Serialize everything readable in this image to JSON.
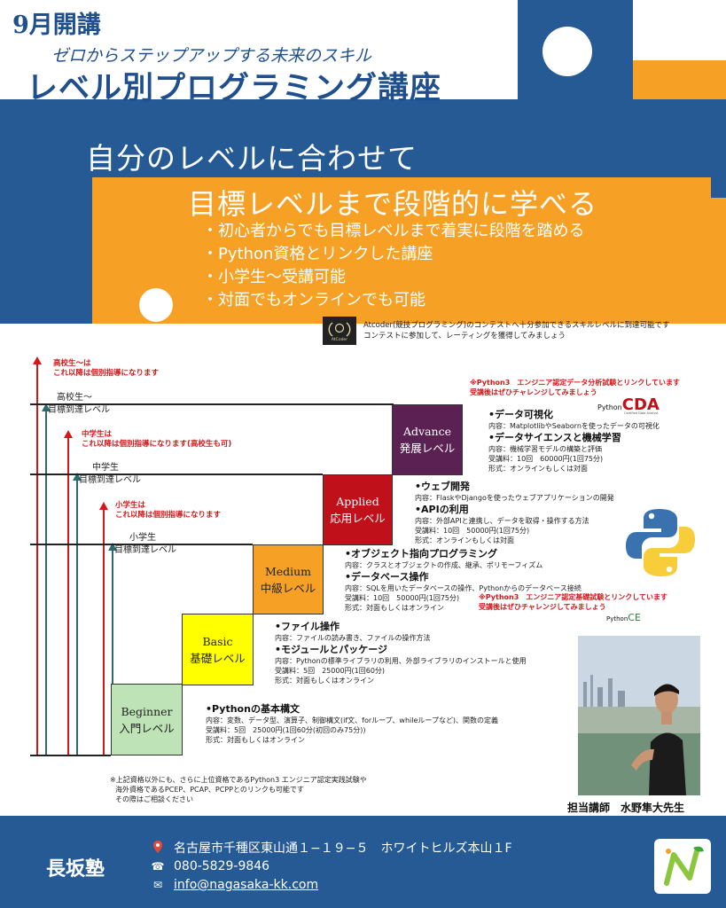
{
  "header": {
    "kaiko": "9月開講",
    "subtitle": "ゼロからステップアップする未来のスキル",
    "title": "レベル別プログラミング講座",
    "banner1": "自分のレベルに合わせて",
    "banner2": "目標レベルまで段階的に学べる",
    "bullets": [
      "・初心者からでも目標レベルまで着実に段階を踏める",
      "・Python資格とリンクした講座",
      "・小学生〜受講可能",
      "・対面でもオンラインでも可能"
    ]
  },
  "atcoder": {
    "logo_text": "AtCoder",
    "lines": [
      "Atcoder(競技プログラミング)のコンテストへ十分参加できるスキルレベルに到達可能です",
      "コンテストに参加して、レーティングを獲得してみましょう"
    ]
  },
  "chart": {
    "notes": {
      "high": [
        "高校生〜は",
        "これ以降は個別指導になります"
      ],
      "middle": [
        "中学生は",
        "これ以降は個別指導になります(高校生も可)"
      ],
      "elem": [
        "小学生は",
        "これ以降は個別指導になります"
      ]
    },
    "thresholds": {
      "high": [
        "高校生〜",
        "目標到達レベル"
      ],
      "middle": [
        "中学生",
        "目標到達レベル"
      ],
      "elem": [
        "小学生",
        "目標到達レベル"
      ]
    },
    "levels": {
      "beginner": [
        "Beginner",
        "入門レベル"
      ],
      "basic": [
        "Basic",
        "基礎レベル"
      ],
      "medium": [
        "Medium",
        "中級レベル"
      ],
      "applied": [
        "Applied",
        "応用レベル"
      ],
      "advance": [
        "Advance",
        "発展レベル"
      ]
    },
    "desc": {
      "beginner": {
        "h1": "•Pythonの基本構文",
        "lines": [
          "内容：変数、データ型、演算子、制御構文(if文、forループ、whileループなど)、関数の定義",
          "受講料：5回　25000円(1回60分(初回のみ75分))",
          "形式：対面もしくはオンライン"
        ]
      },
      "basic": {
        "h1": "•ファイル操作",
        "l1": "内容：ファイルの読み書き、ファイルの操作方法",
        "h2": "•モジュールとパッケージ",
        "lines": [
          "内容：Pythonの標準ライブラリの利用、外部ライブラリのインストールと使用",
          "受講料：5回　25000円(1回60分)",
          "形式：対面もしくはオンライン"
        ]
      },
      "medium": {
        "h1": "•オブジェクト指向プログラミング",
        "l1": "内容：クラスとオブジェクトの作成、継承、ポリモーフィズム",
        "h2": "•データベース操作",
        "lines": [
          "内容：SQLを用いたデータベースの操作、Pythonからのデータベース接続",
          "受講料：10回　50000円(1回75分)",
          "形式：対面もしくはオンライン"
        ],
        "cert": [
          "※Python3　エンジニア認定基礎試験とリンクしています",
          "受講後はぜひチャレンジしてみましょう"
        ],
        "cert_logo_a": "Python",
        "cert_logo_b": "CE"
      },
      "applied": {
        "h1": "•ウェブ開発",
        "l1": "内容：FlaskやDjangoを使ったウェブアプリケーションの開発",
        "h2": "•APIの利用",
        "lines": [
          "内容：外部APIと連携し、データを取得・操作する方法",
          "受講料：10回　50000円(1回75分)",
          "形式：オンラインもしくは対面"
        ]
      },
      "advance": {
        "cert": [
          "※Python3　エンジニア認定データ分析試験とリンクしています",
          "受講後はぜひチャレンジしてみましょう"
        ],
        "cert_logo_a": "Python",
        "cert_logo_b": "CDA",
        "cert_logo_c": "Certified Data Analyst",
        "h1": "•データ可視化",
        "l1": "内容：MatplotlibやSeabornを使ったデータの可視化",
        "h2": "•データサイエンスと機械学習",
        "lines": [
          "内容：機械学習モデルの構築と評価",
          "受講料：10回　60000円(1回75分)",
          "形式：オンラインもしくは対面"
        ]
      }
    },
    "footnote": [
      "※上記資格以外にも、さらに上位資格であるPython3 エンジニア認定実践試験や",
      "海外資格であるPCEP、PCAP、PCPPとのリンクも可能です",
      "その際はご相談ください"
    ]
  },
  "teacher": {
    "caption": "担当講師　水野隼大先生"
  },
  "footer": {
    "name": "長坂塾",
    "address": "名古屋市千種区東山通１−１９−５　ホワイトヒルズ本山１F",
    "phone": "080-5829-9846",
    "email": "info@nagasaka-kk.com",
    "icons": {
      "address": "map-pin-icon",
      "phone": "phone-icon",
      "email": "mail-icon"
    }
  },
  "colors": {
    "blue": "#255a95",
    "orange": "#f6a126",
    "beginner": "#bde3b6",
    "basic": "#ffff00",
    "medium": "#f6a126",
    "applied": "#c0101a",
    "advance": "#5b2153",
    "note_red": "#d4181a"
  }
}
